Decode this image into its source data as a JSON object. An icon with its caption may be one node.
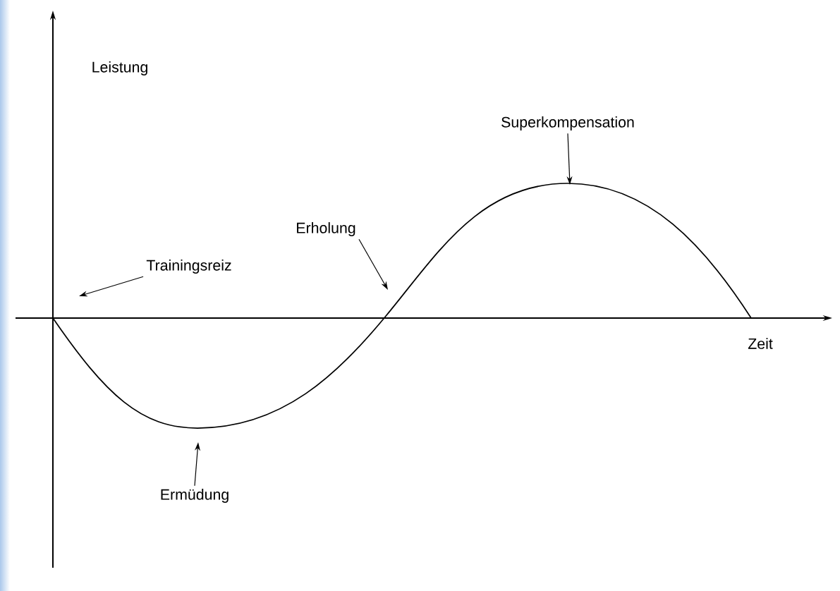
{
  "diagram": {
    "nodes": [
      {
        "text": [
          "Trainingsreiz"
        ]
      },
      {
        "text": [
          "Erholung"
        ]
      },
      {
        "text": [
          "Superkompensation"
        ]
      },
      {
        "text": [
          "Ermüdung"
        ]
      }
    ],
    "edges": [
      {
        "from": 0,
        "to": null,
        "arrow": "to"
      },
      {
        "from": 1,
        "to": null,
        "arrow": "to"
      },
      {
        "from": 2,
        "to": null,
        "arrow": "to"
      },
      {
        "from": 3,
        "to": null,
        "arrow": "to"
      }
    ],
    "labels": [
      "Leistung",
      "Zeit"
    ]
  }
}
